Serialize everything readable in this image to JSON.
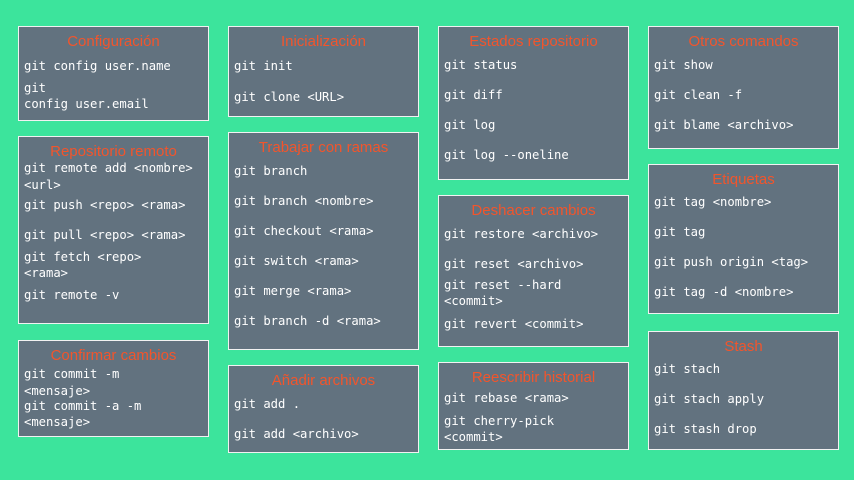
{
  "colors": {
    "background": "#3ce49c",
    "card": "#62727f",
    "title": "#f2552c",
    "command": "#ffffff"
  },
  "configuracion": {
    "title": "Configuración",
    "items": [
      "git config user.name",
      "git",
      "config user.email"
    ]
  },
  "repositorio_remoto": {
    "title": "Repositorio remoto",
    "items": [
      "git remote add <nombre>",
      "<url>",
      "git push <repo> <rama>",
      "git pull <repo> <rama>",
      "git fetch <repo>",
      "<rama>",
      "git remote -v"
    ]
  },
  "confirmar_cambios": {
    "title": "Confirmar cambios",
    "items": [
      "git commit -m",
      "<mensaje>",
      "git commit -a -m",
      "<mensaje>"
    ]
  },
  "inicializacion": {
    "title": "Inicialización",
    "items": [
      "git init",
      "git clone <URL>"
    ]
  },
  "trabajar_ramas": {
    "title": "Trabajar con ramas",
    "items": [
      "git branch",
      "git branch <nombre>",
      "git checkout <rama>",
      "git switch <rama>",
      "git merge <rama>",
      "git branch -d <rama>"
    ]
  },
  "anadir_archivos": {
    "title": "Añadir archivos",
    "items": [
      "git add .",
      "git add <archivo>"
    ]
  },
  "estados_repositorio": {
    "title": "Estados repositorio",
    "items": [
      "git status",
      "git diff",
      "git log",
      "git log --oneline"
    ]
  },
  "deshacer_cambios": {
    "title": "Deshacer cambios",
    "items": [
      "git restore <archivo>",
      "git reset <archivo>",
      "git reset --hard",
      "<commit>",
      "git revert <commit>"
    ]
  },
  "reescribir_historial": {
    "title": "Reescribir historial",
    "items": [
      "git rebase <rama>",
      "git cherry-pick",
      "<commit>"
    ]
  },
  "otros_comandos": {
    "title": "Otros comandos",
    "items": [
      "git show",
      "git clean -f",
      "git blame <archivo>"
    ]
  },
  "etiquetas": {
    "title": "Etiquetas",
    "items": [
      "git tag <nombre>",
      "git tag",
      "git push origin <tag>",
      "git tag -d <nombre>"
    ]
  },
  "stash": {
    "title": "Stash",
    "items": [
      "git stach",
      "git stach apply",
      "git stash drop"
    ]
  }
}
